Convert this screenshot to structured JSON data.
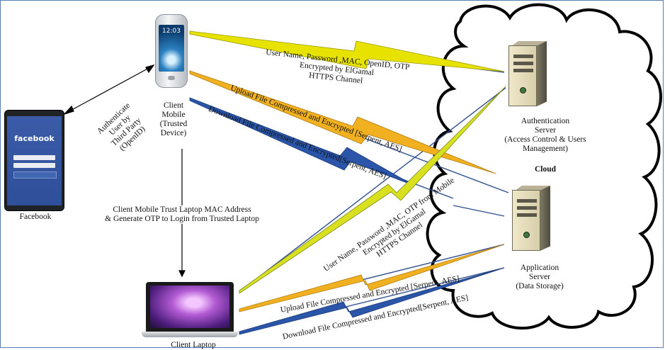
{
  "nodes": {
    "client_mobile": [
      "Client",
      "Mobile",
      "(Trusted",
      "Device)"
    ],
    "phone_clock": "12:03",
    "facebook": "Facebook",
    "facebook_brand": "facebook",
    "client_laptop": "Client Laptop",
    "auth_server": [
      "Authentication",
      "Server",
      "(Access Control & Users",
      "Management)"
    ],
    "app_server": [
      "Application",
      "Server",
      "(Data Storage)"
    ],
    "cloud": "Cloud"
  },
  "edges": {
    "openid": [
      "Authenticate",
      "User by",
      "Third Party",
      "(OpenID)"
    ],
    "mobile_auth": [
      "User Name, Password ,MAC, OpenID, OTP",
      "Encrypted by ElGamal",
      "HTTPS Channel"
    ],
    "mobile_upload": "Upload File Compressed and Encrypted [Serpent, AES]",
    "mobile_download": "Download File Compressed and Encrypted[Serpent, AES]",
    "trust_laptop": [
      "Client Mobile Trust Laptop MAC Address",
      "& Generate OTP to Login from Trusted Laptop"
    ],
    "laptop_auth": [
      "User Name, Password ,MAC, OTP from Mobile",
      "Encrypted by ElGamal",
      "HTTPS Channel"
    ],
    "laptop_upload": "Upload File Compressed and Encrypted [Serpent, AES]",
    "laptop_download": "Download File Compressed and Encrypted[Serpent, AES]"
  },
  "colors": {
    "frame": "#5b7fb5",
    "cloud_stroke": "#000000",
    "auth_bolt": "#e8e200",
    "upload_bolt": "#f0b020",
    "download_bolt": "#2a55a8",
    "link_line": "#2f4f8f"
  }
}
